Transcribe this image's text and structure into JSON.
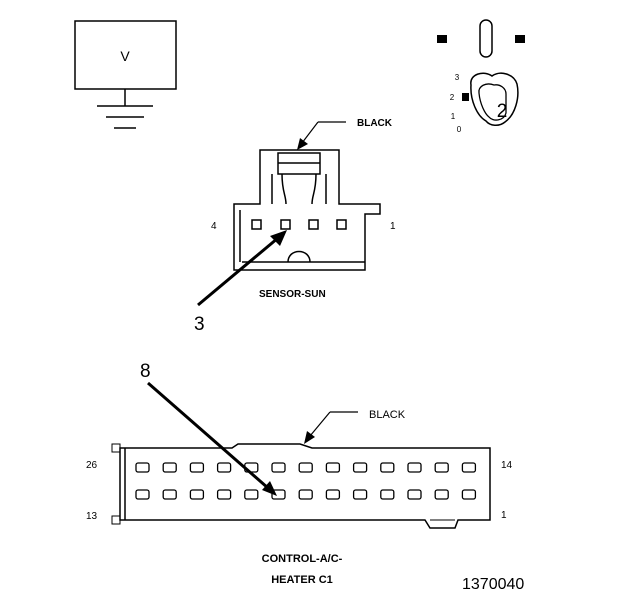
{
  "meter": {
    "symbol": "V"
  },
  "ignition": {
    "position_marks": [
      "3",
      "2",
      "1",
      "0"
    ],
    "key_position": "2"
  },
  "sensor_sun": {
    "name": "SENSOR-SUN",
    "color_label": "BLACK",
    "pin_left": "4",
    "pin_right": "1",
    "callout_pin": "3"
  },
  "hvac_connector": {
    "name_line1": "CONTROL-A/C-",
    "name_line2": "HEATER C1",
    "color_label": "BLACK",
    "pin_top_left": "26",
    "pin_top_right": "14",
    "pin_bottom_left": "13",
    "pin_bottom_right": "1",
    "callout_pin": "8"
  },
  "figure_id": "1370040"
}
